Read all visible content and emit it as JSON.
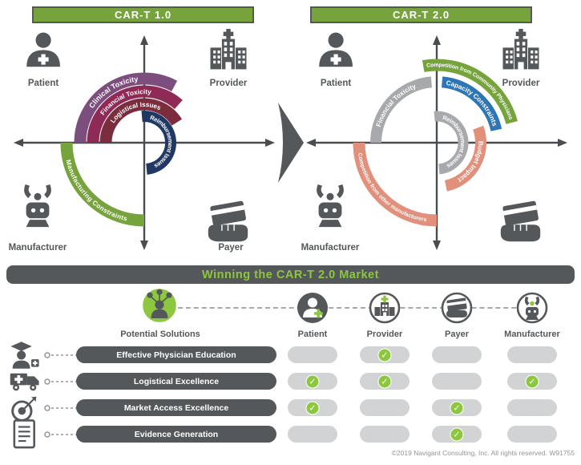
{
  "panel1": {
    "title": "CAR-T 1.0",
    "patient": "Patient",
    "provider": "Provider",
    "manufacturer": "Manufacturer",
    "payer": "Payer",
    "arcs": {
      "clinical": {
        "label": "Clinical Toxicity",
        "color": "#7C4E7E"
      },
      "financial": {
        "label": "Financial Toxicity",
        "color": "#8F2A56"
      },
      "logistical": {
        "label": "Logistical Issues",
        "color": "#7B2D3E"
      },
      "reimbursement": {
        "label": "Reimbursement Issues",
        "color": "#1F3864"
      },
      "manufacturing": {
        "label": "Manufacturing Constraints",
        "color": "#76A33C"
      }
    }
  },
  "panel2": {
    "title": "CAR-T 2.0",
    "patient": "Patient",
    "provider": "Provider",
    "manufacturer": "Manufacturer",
    "payer": "Payer",
    "arcs": {
      "community": {
        "label": "Competition from Community Physicians",
        "color": "#76A33C"
      },
      "capacity": {
        "label": "Capacity Constraints",
        "color": "#2E75B6"
      },
      "financial": {
        "label": "Financial Toxicity",
        "color": "#A7A9AC"
      },
      "reimbursement": {
        "label": "Reimbursement Issues",
        "color": "#A7A9AC"
      },
      "budget": {
        "label": "Budget Impact",
        "color": "#E2907B"
      },
      "competition": {
        "label": "Competition from other manufacturers",
        "color": "#E2907B"
      }
    }
  },
  "banner": {
    "title": "Winning the CAR-T 2.0 Market"
  },
  "matrix": {
    "solutions_label": "Potential Solutions",
    "check_glyph": "✓",
    "columns": [
      {
        "label": "Patient"
      },
      {
        "label": "Provider"
      },
      {
        "label": "Payer"
      },
      {
        "label": "Manufacturer"
      }
    ],
    "rows": [
      {
        "label": "Effective Physician Education",
        "checks": [
          false,
          true,
          false,
          false
        ]
      },
      {
        "label": "Logistical Excellence",
        "checks": [
          true,
          true,
          false,
          true
        ]
      },
      {
        "label": "Market Access Excellence",
        "checks": [
          true,
          false,
          true,
          false
        ]
      },
      {
        "label": "Evidence Generation",
        "checks": [
          false,
          false,
          true,
          false
        ]
      }
    ]
  },
  "footer": "©2019 Navigant Consulting, Inc. All rights reserved. W91755",
  "colors": {
    "brand_green": "#8DC63F",
    "olive_green": "#76A33C",
    "dark_gray": "#54585A",
    "pill_gray": "#D1D3D4",
    "mid_gray": "#A7A9AC",
    "blue": "#2E75B6",
    "salmon": "#E2907B",
    "navy": "#1F3864",
    "purple": "#7C4E7E",
    "maroon": "#8F2A56",
    "brick": "#7B2D3E"
  }
}
